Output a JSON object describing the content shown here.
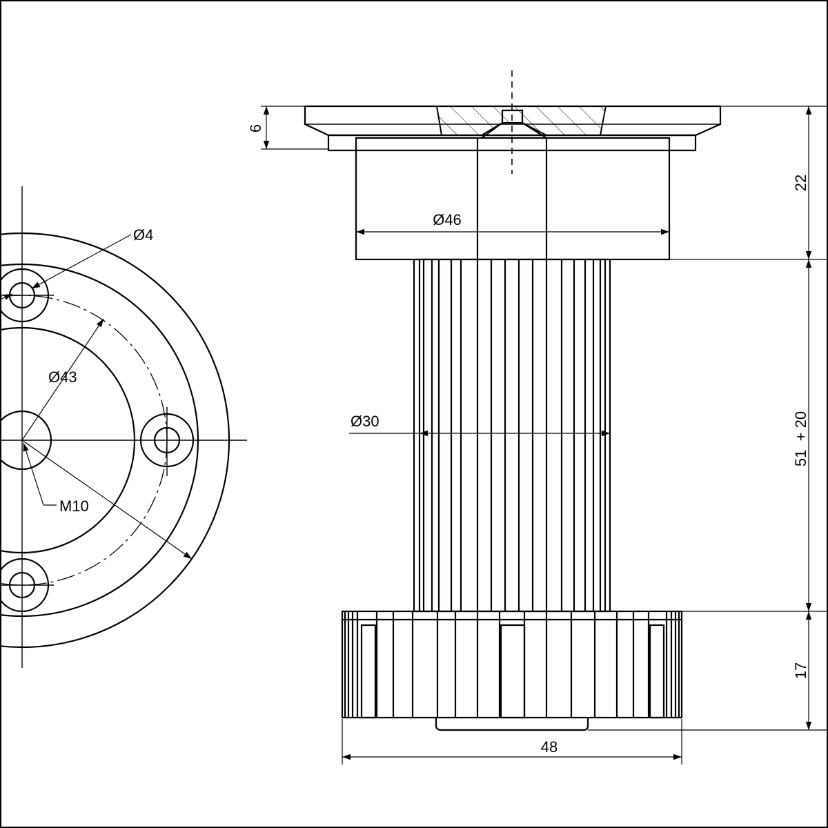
{
  "dimensions": {
    "flange_thickness": "6",
    "top_height": "22",
    "top_diameter": "Ø46",
    "shaft_diameter": "Ø30",
    "shaft_height": "51  + 20",
    "foot_height": "17",
    "foot_width": "48",
    "hole_diameter": "Ø4",
    "bolt_circle": "Ø43",
    "thread": "M10"
  }
}
